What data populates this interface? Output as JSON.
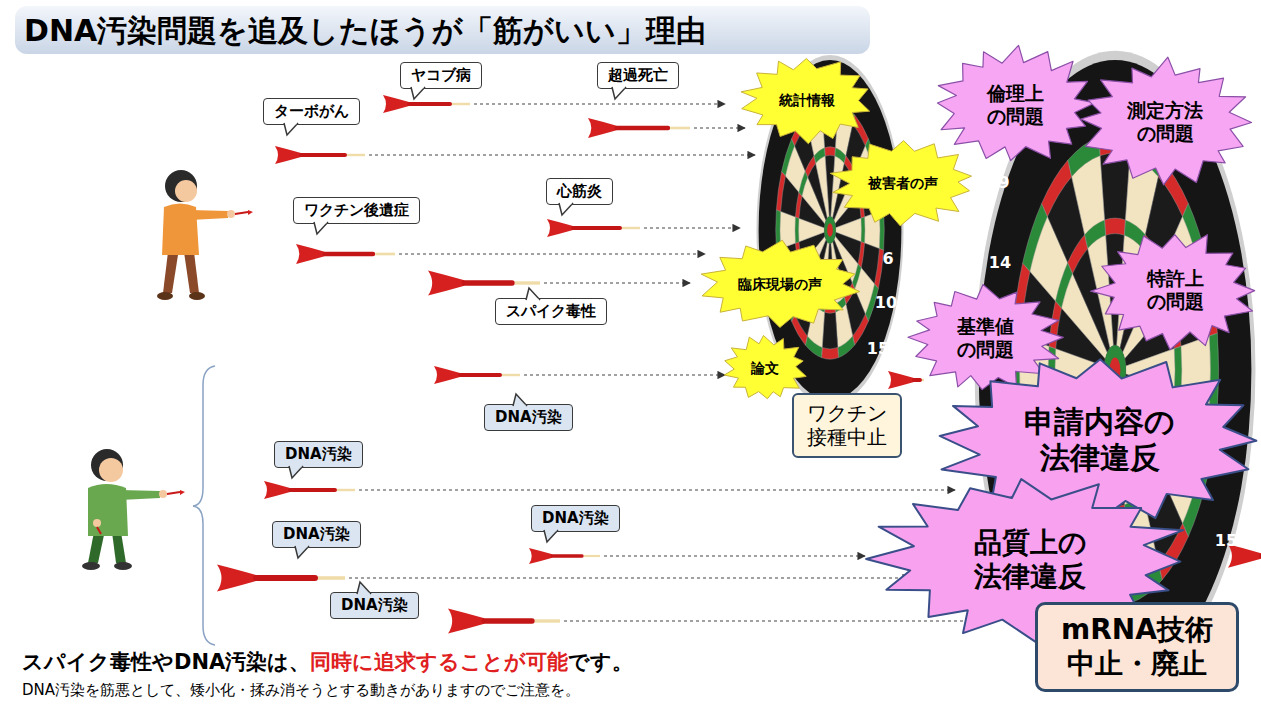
{
  "diagram": {
    "title": "DNA汚染問題を追及したほうが「筋がいい」理由",
    "nodes": [
      {
        "text": [
          "ヤコブ病"
        ]
      },
      {
        "text": [
          "超過死亡"
        ]
      },
      {
        "text": [
          "ターボがん"
        ]
      },
      {
        "text": [
          "統計情報"
        ]
      },
      {
        "text": [
          "倫理上 の問題"
        ]
      },
      {
        "text": [
          "測定方法 の問題"
        ]
      },
      {
        "text": [
          "被害者の声"
        ]
      },
      {
        "text": [
          "ワクチン後遺症"
        ]
      },
      {
        "text": [
          "心筋炎"
        ]
      },
      {
        "text": [
          "臨床現場の声"
        ]
      },
      {
        "text": [
          "特許上 の問題"
        ]
      },
      {
        "text": [
          "スパイク毒性"
        ]
      },
      {
        "text": [
          "基準値 の問題"
        ]
      },
      {
        "text": [
          "論文"
        ]
      },
      {
        "text": [
          "DNA汚染"
        ]
      },
      {
        "text": [
          "ワクチン 接種中止"
        ]
      },
      {
        "text": [
          "申請内容の 法律違反"
        ]
      },
      {
        "text": [
          "DNA汚染"
        ]
      },
      {
        "text": [
          "DNA汚染"
        ]
      },
      {
        "text": [
          "DNA汚染"
        ]
      },
      {
        "text": [
          "品質上の 法律違反"
        ]
      },
      {
        "text": [
          "DNA汚染"
        ]
      },
      {
        "text": [
          "mRNA技術 中止・廃止"
        ]
      }
    ],
    "labels": [
      "スパイク毒性やDNA汚染は、",
      "同時に追求することが可能",
      "です。",
      "DNA汚染を筋悪として、矮小化・揉み消そうとする動きがありますのでご注意を。",
      "6",
      "10",
      "15",
      "9",
      "14",
      "15"
    ]
  }
}
